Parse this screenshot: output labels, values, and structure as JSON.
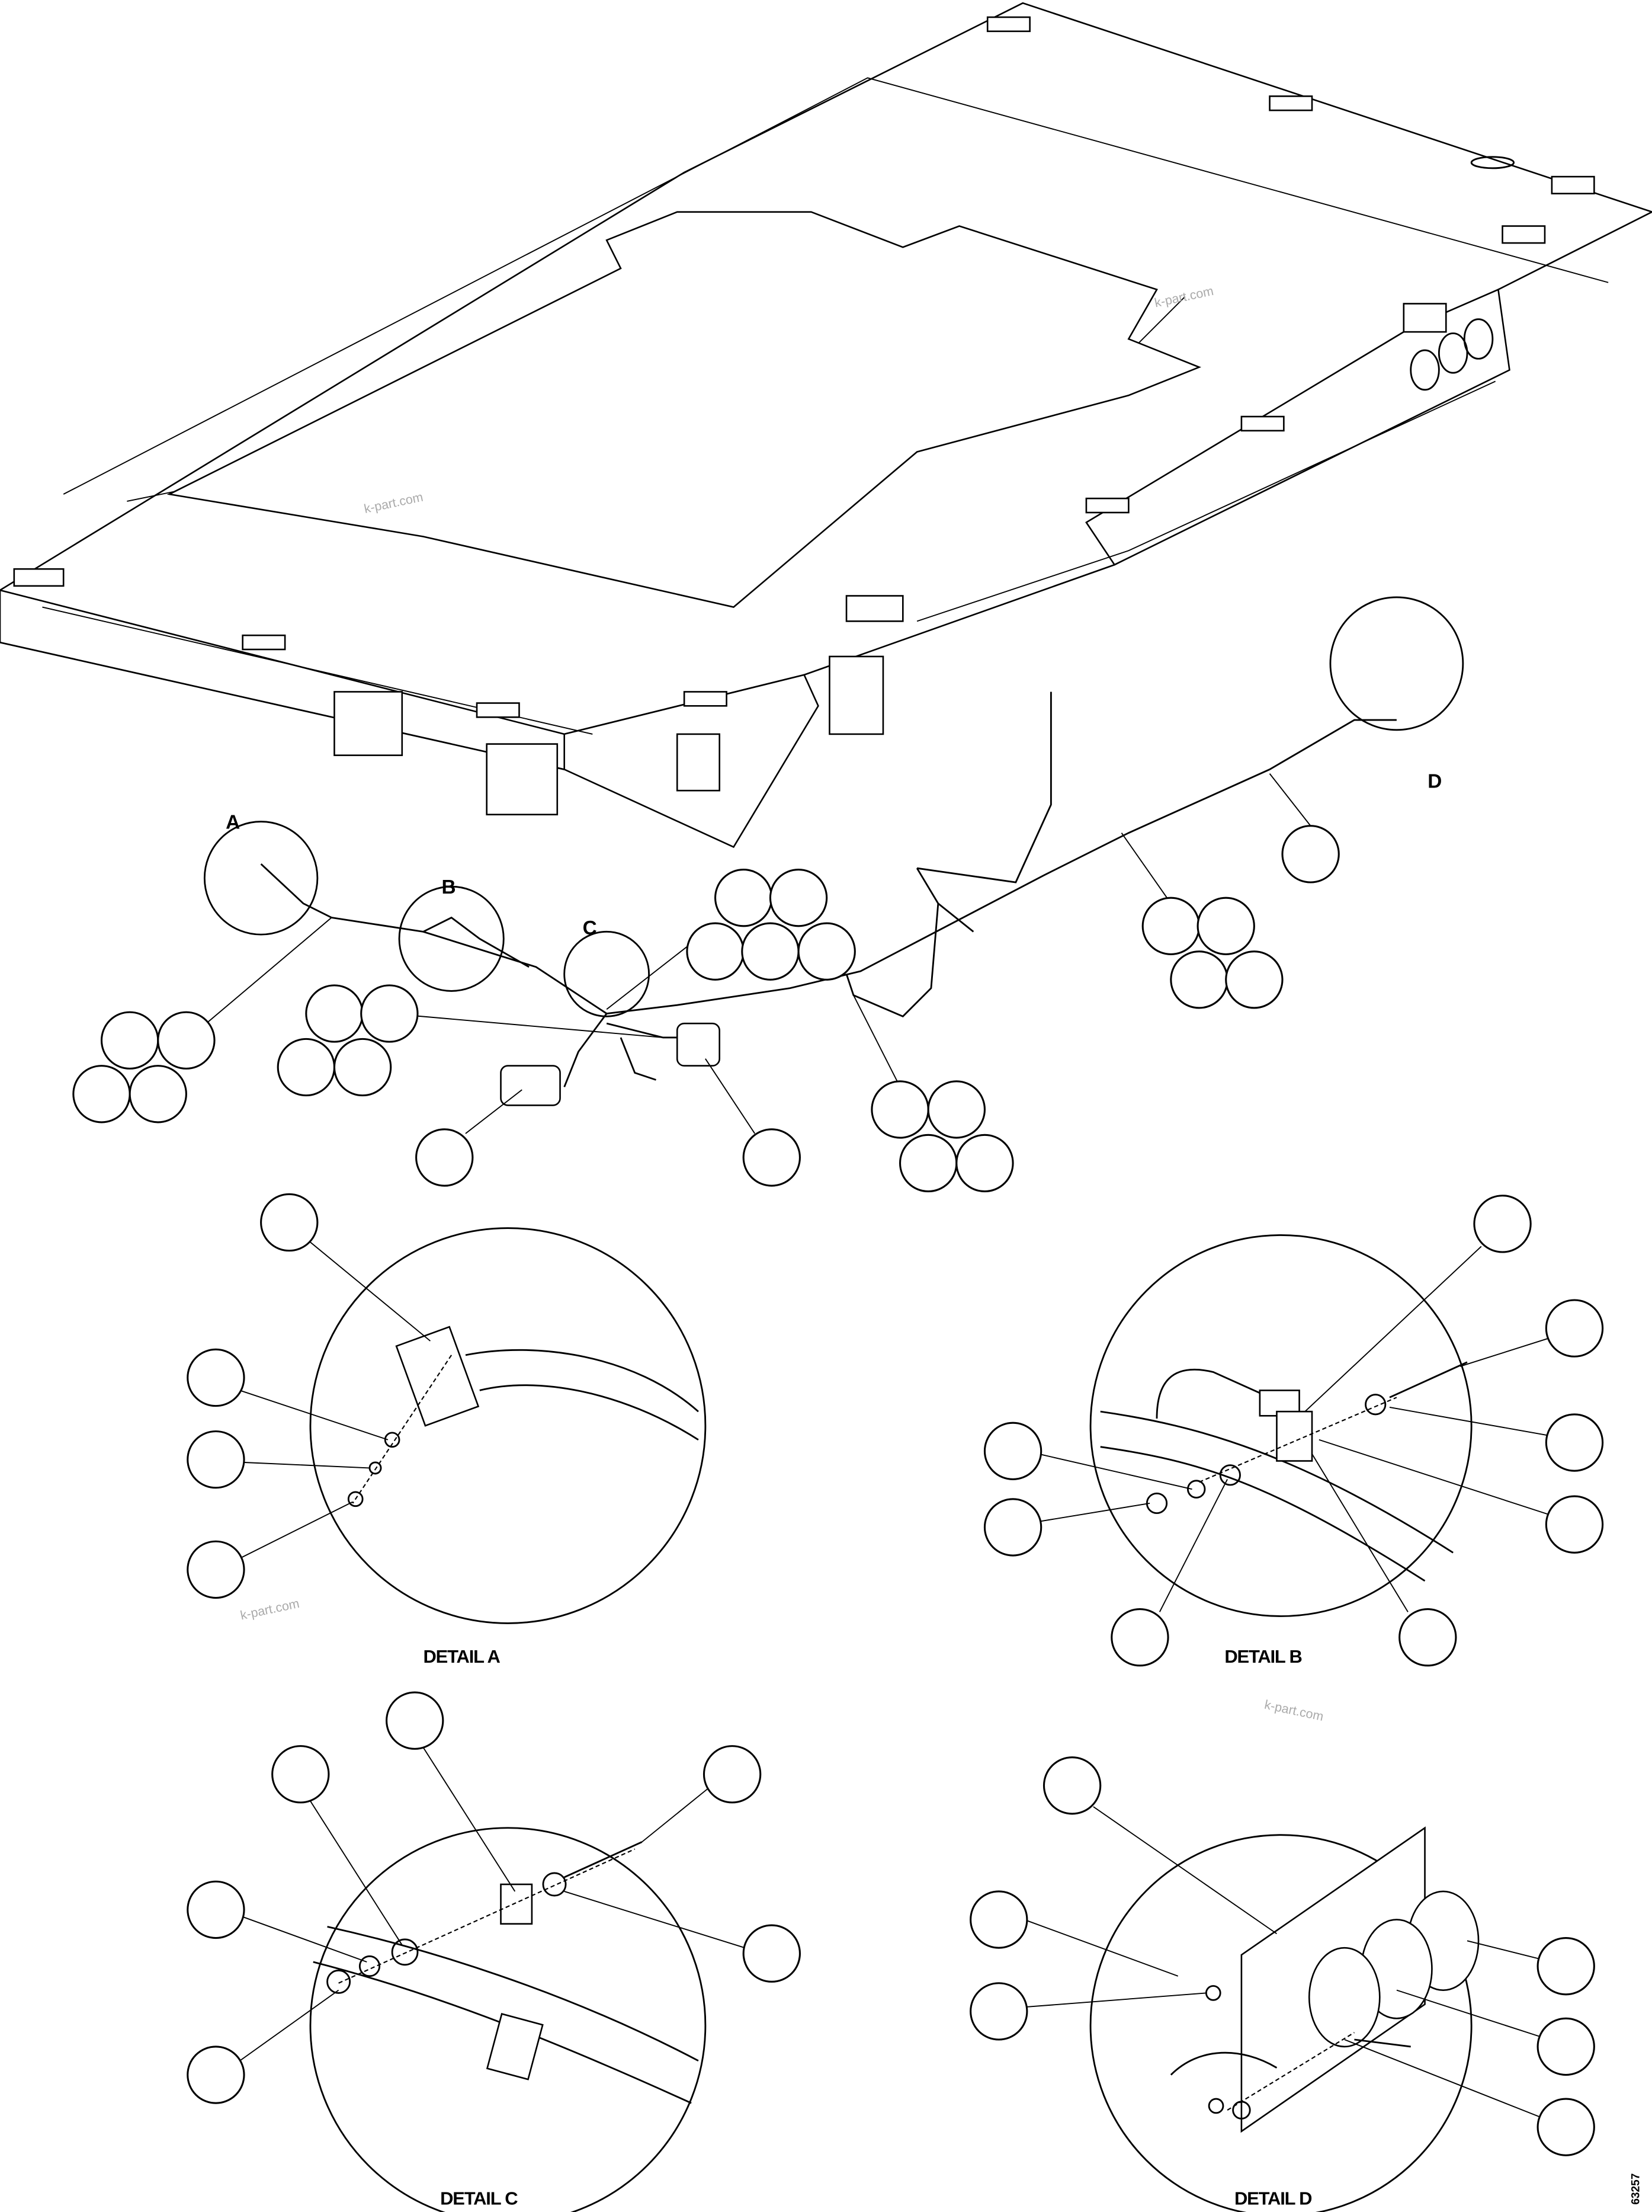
{
  "view_labels": {
    "a": "A",
    "b": "B",
    "c": "C",
    "d": "D"
  },
  "detail_titles": {
    "a": "DETAIL A",
    "b": "DETAIL B",
    "c": "DETAIL C",
    "d": "DETAIL D"
  },
  "watermark": "k-part.com",
  "drawing_number": "63257",
  "colors": {
    "line": "#000000",
    "background": "#ffffff",
    "watermark": "#aaaaaa"
  }
}
